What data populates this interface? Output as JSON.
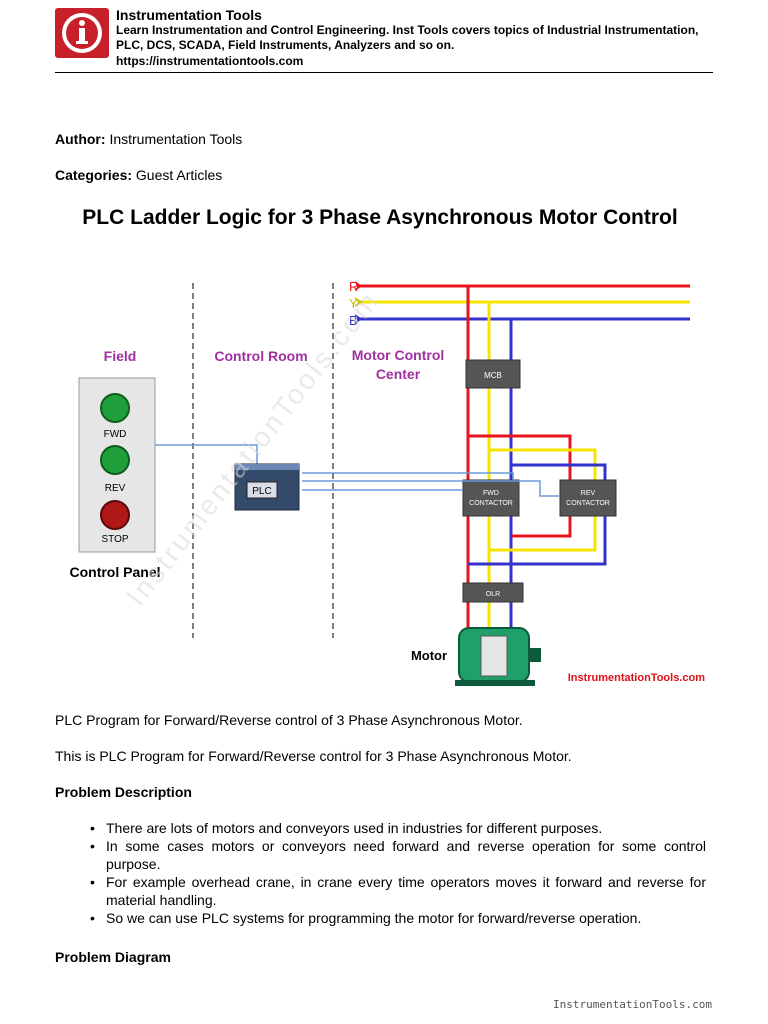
{
  "header": {
    "site_name": "Instrumentation Tools",
    "description": "Learn Instrumentation and Control Engineering. Inst Tools covers topics of Industrial Instrumentation, PLC, DCS, SCADA, Field Instruments, Analyzers and so on.",
    "url": "https://instrumentationtools.com",
    "logo_icon": "info-icon",
    "logo_color": "#c8202a"
  },
  "meta": {
    "author_label": "Author:",
    "author": "Instrumentation Tools",
    "categories_label": "Categories:",
    "categories": "Guest Articles"
  },
  "title": "PLC Ladder Logic for 3 Phase Asynchronous Motor Control",
  "diagram": {
    "phase_r": "R",
    "phase_y": "Y",
    "phase_b": "B",
    "zone_field": "Field",
    "zone_control_room": "Control Room",
    "zone_mcc_line1": "Motor Control",
    "zone_mcc_line2": "Center",
    "btn_fwd": "FWD",
    "btn_rev": "REV",
    "btn_stop": "STOP",
    "control_panel": "Control Panel",
    "plc": "PLC",
    "mcb": "MCB",
    "fwd_contactor_1": "FWD",
    "fwd_contactor_2": "CONTACTOR",
    "rev_contactor_1": "REV",
    "rev_contactor_2": "CONTACTOR",
    "olr": "OLR",
    "motor": "Motor",
    "credit": "InstrumentationTools.com",
    "watermark": "InstrumentationTools.com",
    "colors": {
      "r": "#e8141c",
      "y": "#f5e400",
      "b": "#3333cc",
      "label_purple": "#a030a0",
      "credit_red": "#e0101a"
    }
  },
  "paragraphs": {
    "p1": "PLC Program for Forward/Reverse control of 3 Phase Asynchronous Motor.",
    "p2": "This is PLC Program for Forward/Reverse control for 3 Phase Asynchronous Motor."
  },
  "problem_description": {
    "heading": "Problem Description",
    "bullets": [
      "There are lots of motors and conveyors used in industries for different purposes.",
      "In some cases motors or conveyors need forward and reverse operation for some control purpose.",
      "For example overhead crane, in crane every time operators moves it forward and reverse for material handling.",
      "So we can use PLC systems for programming the motor for forward/reverse operation."
    ]
  },
  "problem_diagram_heading": "Problem Diagram",
  "footer": "InstrumentationTools.com"
}
